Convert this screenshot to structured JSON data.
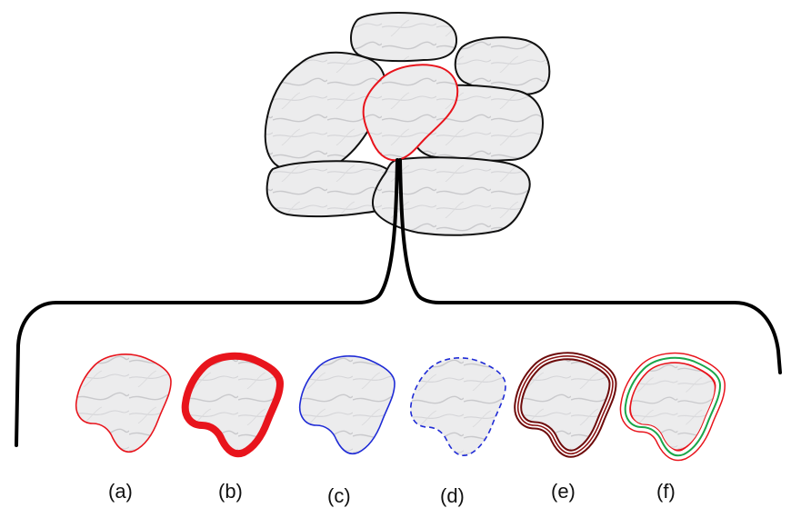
{
  "captions": [
    "(a)",
    "(b)",
    "(c)",
    "(d)",
    "(e)",
    "(f)"
  ],
  "colors": {
    "stone_fill": "#e9e9ea",
    "stone_outline": "#111111",
    "highlight_red": "#e8141c",
    "blue": "#1f2bd6",
    "dark_red": "#6e0b0b",
    "green": "#1aa64a",
    "connector": "#000000"
  },
  "variants": [
    {
      "id": "a",
      "style": "thin red solid outline"
    },
    {
      "id": "b",
      "style": "thick red solid outline"
    },
    {
      "id": "c",
      "style": "thin blue solid outline"
    },
    {
      "id": "d",
      "style": "blue dashed outline"
    },
    {
      "id": "e",
      "style": "dark red multi-line outline"
    },
    {
      "id": "f",
      "style": "red-green-red triple outline"
    }
  ]
}
